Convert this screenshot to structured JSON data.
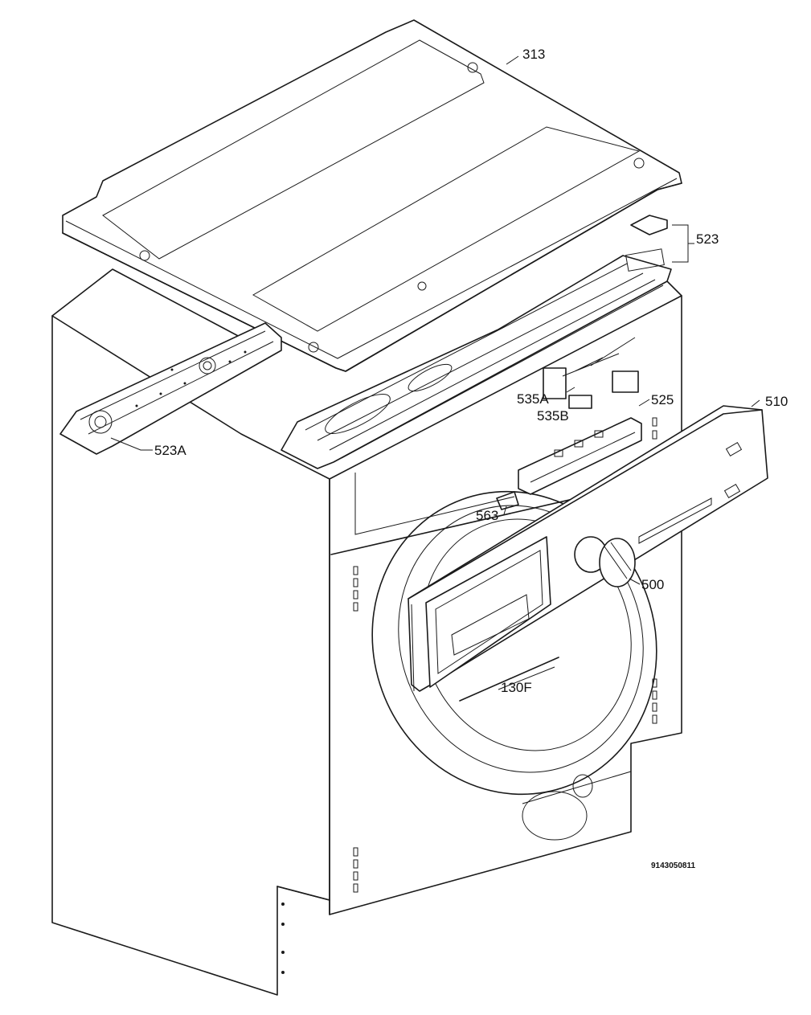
{
  "callouts": {
    "top_cover": "313",
    "service_hatch": "523",
    "rail_left": "523A",
    "connector_a": "535A",
    "connector_b": "535B",
    "control_board": "525",
    "control_panel": "510",
    "light_pipe": "563",
    "knob": "500",
    "door_trim": "130F"
  },
  "document_id": "9143050811"
}
